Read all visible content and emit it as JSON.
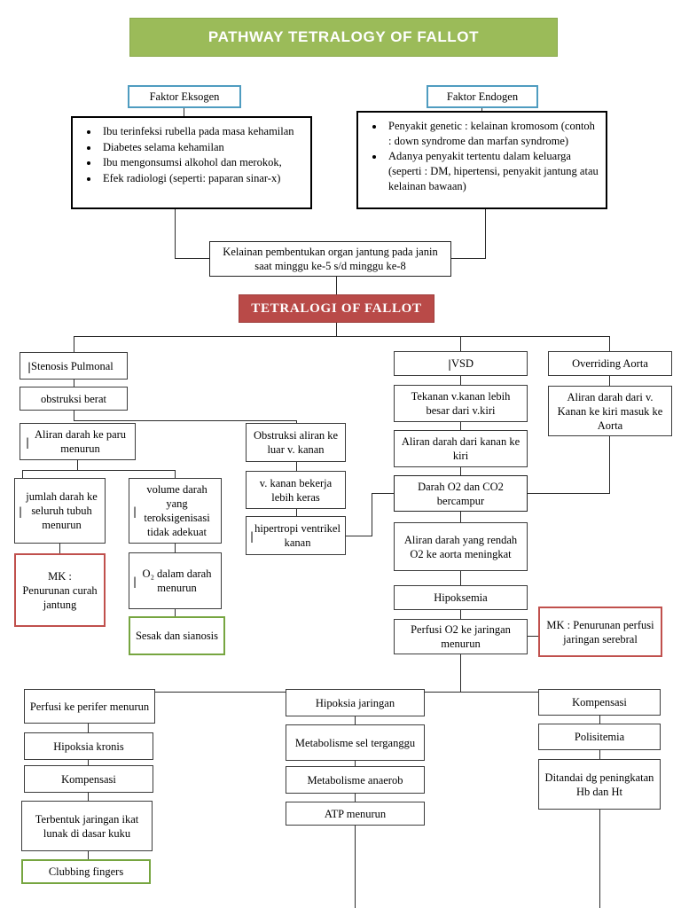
{
  "title_banner": "PATHWAY TETRALOGY OF FALLOT",
  "center_banner": "TETRALOGI OF FALLOT",
  "factors": {
    "exogen_label": "Faktor Eksogen",
    "endogen_label": "Faktor Endogen",
    "exogen_items": [
      "Ibu terinfeksi rubella pada masa kehamilan",
      "Diabetes selama kehamilan",
      "Ibu mengonsumsi alkohol dan merokok,",
      "Efek radiologi (seperti: paparan sinar-x)"
    ],
    "endogen_items": [
      "Penyakit genetic : kelainan kromosom (contoh : down syndrome dan marfan syndrome)",
      "Adanya penyakit tertentu dalam keluarga (seperti : DM, hipertensi, penyakit jantung atau kelainan bawaan)"
    ]
  },
  "merge_box": "Kelainan pembentukan organ jantung pada janin saat minggu ke-5 s/d minggu ke-8",
  "branches": {
    "stenosis": "Stenosis Pulmonal",
    "vsd": "VSD",
    "overriding": "Overriding Aorta"
  },
  "left_chain": {
    "obstruksi_berat": "obstruksi berat",
    "aliran_paru": "Aliran darah ke paru menurun",
    "jumlah_darah": "jumlah darah ke seluruh tubuh menurun",
    "volume_darah": "volume darah yang teroksigenisasi tidak adekuat",
    "mk_curah": "MK :\nPenurunan curah jantung",
    "o2_darah": "O₂ dalam darah menurun",
    "sesak": "Sesak dan sianosis"
  },
  "mid_left_chain": {
    "obstruksi_aliran": "Obstruksi aliran ke luar v. kanan",
    "v_kanan_kerja": "v. kanan bekerja lebih keras",
    "hipertropi": "hipertropi ventrikel kanan"
  },
  "center_chain": {
    "tekanan": "Tekanan v.kanan lebih besar dari v.kiri",
    "aliran_kanan_kiri": "Aliran darah dari kanan ke kiri",
    "darah_campur": "Darah O2 dan CO2 bercampur",
    "aliran_rendah_o2": "Aliran darah yang rendah O2 ke aorta meningkat",
    "hipoksemia": "Hipoksemia",
    "perfusi_o2": "Perfusi O2 ke jaringan menurun",
    "mk_perfusi": "MK : Penurunan perfusi jaringan serebral"
  },
  "right_chain": {
    "aliran_aorta": "Aliran darah dari v. Kanan ke kiri masuk ke Aorta"
  },
  "bottom_left": {
    "perfusi_perifer": "Perfusi ke perifer menurun",
    "hipoksia_kronis": "Hipoksia kronis",
    "kompensasi": "Kompensasi",
    "terbentuk": "Terbentuk jaringan ikat lunak di dasar kuku",
    "clubbing": "Clubbing fingers"
  },
  "bottom_mid": {
    "hipoksia_jaringan": "Hipoksia jaringan",
    "metabolisme_sel": "Metabolisme sel terganggu",
    "metabolisme_anaerob": "Metabolisme anaerob",
    "atp": "ATP menurun"
  },
  "bottom_right": {
    "kompensasi": "Kompensasi",
    "polisitemia": "Polisitemia",
    "ditandai": "Ditandai dg peningkatan Hb dan Ht"
  },
  "colors": {
    "green_banner": "#9BBB59",
    "red_banner": "#B94A48",
    "red_border": "#C0504D",
    "green_border": "#76A540",
    "teal_border": "#4F9CC0",
    "line": "#2a2a2a"
  }
}
